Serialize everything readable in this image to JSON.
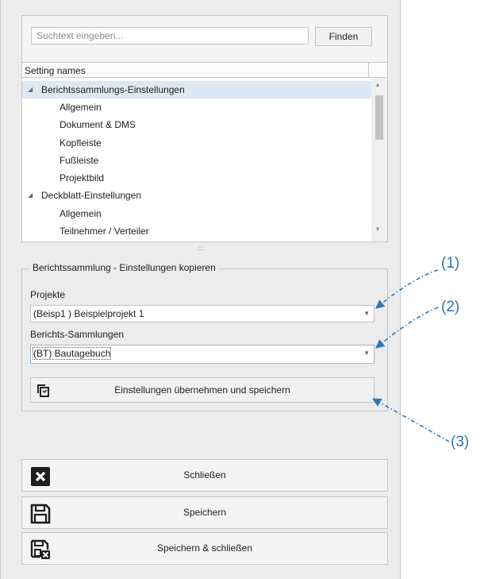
{
  "search": {
    "placeholder": "Suchtext eingeben...",
    "find_label": "Finden"
  },
  "tree": {
    "column_header": "Setting names",
    "rows": [
      {
        "label": "Berichtssammlungs-Einstellungen",
        "level": 0,
        "expanded": true,
        "selected": true
      },
      {
        "label": "Allgemein",
        "level": 1
      },
      {
        "label": "Dokument & DMS",
        "level": 1
      },
      {
        "label": "Kopfleiste",
        "level": 1
      },
      {
        "label": "Fußleiste",
        "level": 1
      },
      {
        "label": "Projektbild",
        "level": 1
      },
      {
        "label": "Deckblatt-Einstellungen",
        "level": 0,
        "expanded": true
      },
      {
        "label": "Allgemein",
        "level": 1
      },
      {
        "label": "Teilnehmer / Verteiler",
        "level": 1
      }
    ]
  },
  "copy_group": {
    "title": "Berichtssammlung - Einstellungen kopieren",
    "projects_label": "Projekte",
    "projects_value": "(Beisp1 ) Beispielprojekt 1",
    "collections_label": "Berichts-Sammlungen",
    "collections_value": "(BT) Bautagebuch",
    "apply_label": "Einstellungen übernehmen und speichern",
    "apply_icon": "copy-settings-icon"
  },
  "actions": {
    "close_label": "Schließen",
    "save_label": "Speichern",
    "save_close_label": "Speichern & schließen",
    "close_icon": "close-x-icon",
    "save_icon": "floppy-disk-icon",
    "save_close_icon": "floppy-disk-close-icon"
  },
  "callouts": {
    "c1": "(1)",
    "c2": "(2)",
    "c3": "(3)"
  },
  "colors": {
    "accent": "#2e75b6",
    "selected_row": "#dde8f5",
    "panel_bg": "#ececec"
  }
}
